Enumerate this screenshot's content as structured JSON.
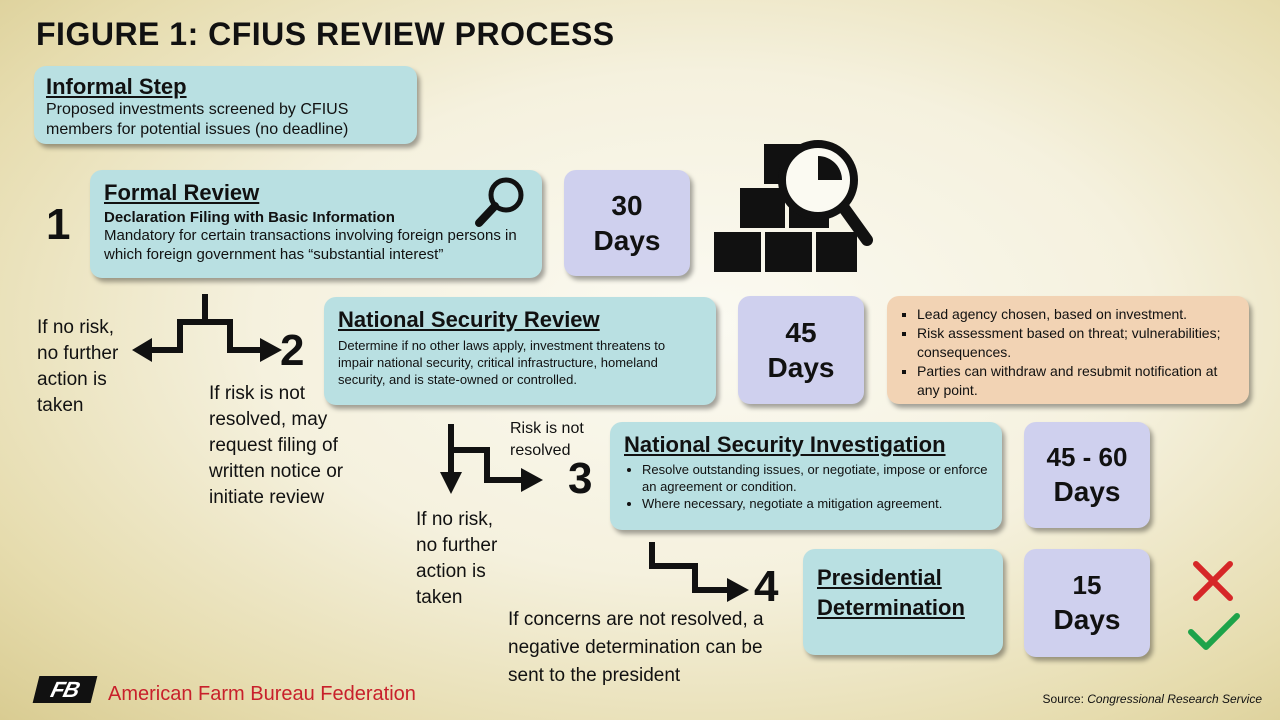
{
  "title": "FIGURE 1: CFIUS REVIEW PROCESS",
  "informal": {
    "heading": "Informal Step",
    "body": "Proposed investments screened by CFIUS members for potential issues (no deadline)"
  },
  "step1": {
    "number": "1",
    "heading": "Formal Review",
    "subheading": "Declaration Filing with Basic Information",
    "body": "Mandatory for certain transactions involving foreign persons in which foreign government has “substantial interest”",
    "days_value": "30",
    "days_unit": "Days"
  },
  "step2": {
    "number": "2",
    "heading": "National Security Review",
    "body": "Determine if no other laws apply, investment threatens to impair national security, critical infrastructure, homeland security, and is state-owned or controlled.",
    "days_value": "45",
    "days_unit": "Days",
    "notes": [
      "Lead agency chosen, based on investment.",
      "Risk assessment based on threat; vulnerabilities; consequences.",
      "Parties can withdraw and resubmit notification at any point."
    ],
    "no_risk_text": "If no risk, no further action is taken",
    "risk_text": "If risk is not resolved, may request filing of written notice or initiate review"
  },
  "step3": {
    "number": "3",
    "heading": "National Security Investigation",
    "bullets": [
      "Resolve outstanding issues, or negotiate, impose or enforce an agreement or condition.",
      "Where necessary, negotiate a mitigation agreement."
    ],
    "days_value": "45 - 60",
    "days_unit": "Days",
    "risk_text": "Risk is not resolved",
    "no_risk_text": "If no risk, no further action is taken"
  },
  "step4": {
    "number": "4",
    "heading_line1": "Presidential",
    "heading_line2": "Determination",
    "days_value": "15",
    "days_unit": "Days",
    "concern_text": "If concerns are not resolved, a negative determination can be sent to the president"
  },
  "footer": {
    "logo_mark": "FB",
    "org": "American Farm Bureau Federation",
    "source_label": "Source:",
    "source_value": "Congressional Research Service"
  },
  "colors": {
    "box_teal": "#b9e0e2",
    "box_purple": "#cfd0ee",
    "box_orange": "#f2d3b4",
    "brand_red": "#c8202b",
    "cross_red": "#d62728",
    "check_green": "#1ea34a"
  },
  "icons": [
    "magnifier-icon",
    "boxes-magnifier-icon",
    "red-x-icon",
    "green-check-icon"
  ]
}
